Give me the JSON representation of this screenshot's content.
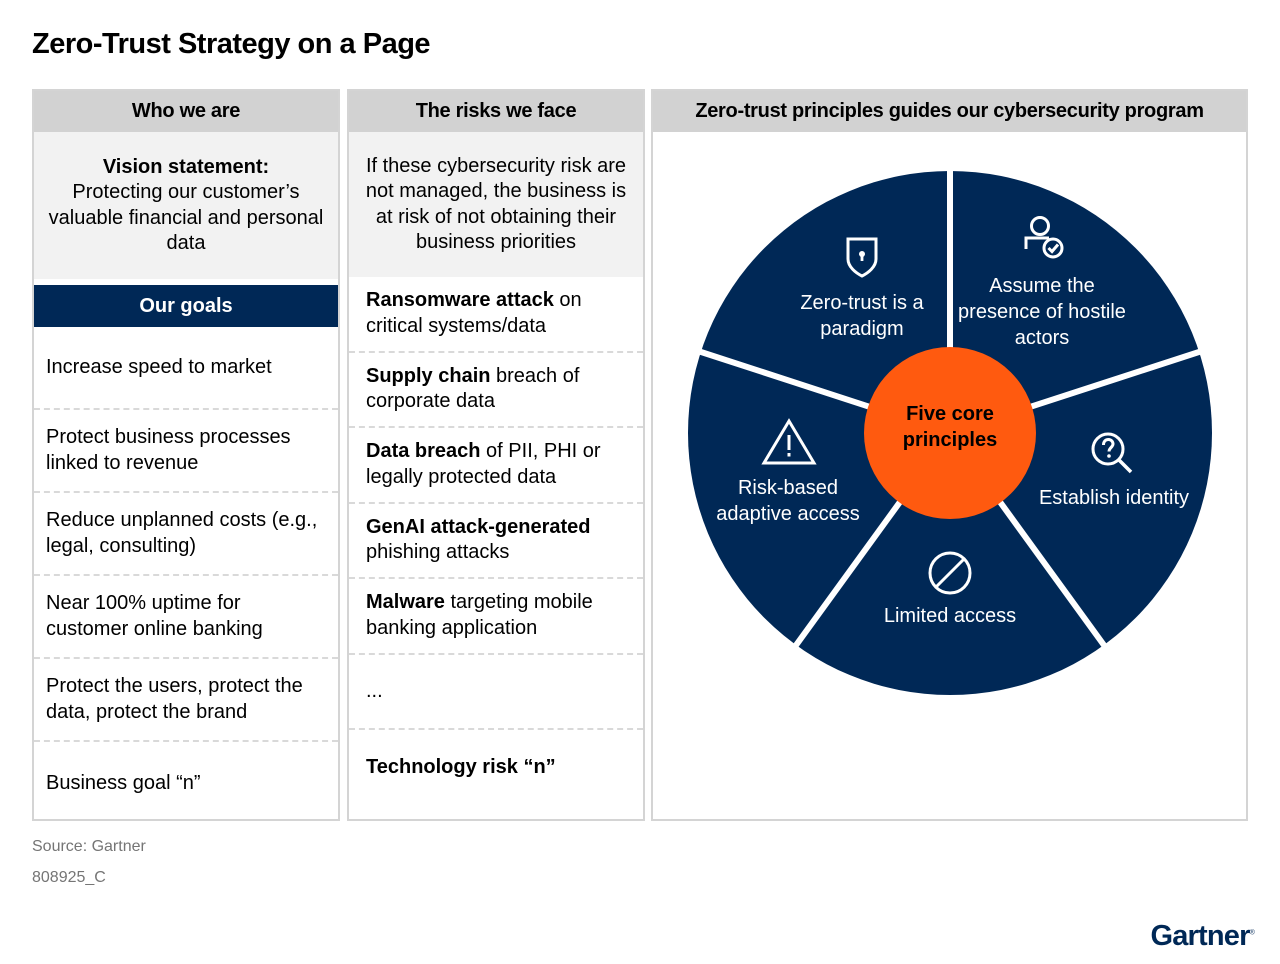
{
  "title": "Zero-Trust Strategy on a Page",
  "colors": {
    "navy": "#002856",
    "orange": "#FF5A0F",
    "header_gray": "#D2D2D2",
    "intro_gray": "#F2F2F2",
    "border_gray": "#D4D4D4"
  },
  "who_we_are": {
    "header": "Who we are",
    "vision_label": "Vision statement:",
    "vision_text": "Protecting our customer’s valuable financial and personal data",
    "goals_header": "Our goals",
    "goals": [
      "Increase speed to market",
      "Protect business processes linked to revenue",
      "Reduce unplanned costs (e.g., legal, consulting)",
      "Near 100% uptime for customer online banking",
      "Protect the users, protect the data, protect the brand",
      "Business goal “n”"
    ]
  },
  "risks": {
    "header": "The risks we face",
    "intro": "If these cybersecurity risk are not managed, the business is at risk of not obtaining their business priorities",
    "items": [
      {
        "bold": "Ransomware attack",
        "rest": " on critical systems/data"
      },
      {
        "bold": "Supply chain",
        "rest": " breach of corporate data"
      },
      {
        "bold": "Data breach",
        "rest": " of PII, PHI or legally protected data"
      },
      {
        "bold": "GenAI attack-generated",
        "rest": " phishing attacks"
      },
      {
        "bold": "Malware",
        "rest": " targeting mobile banking application"
      },
      {
        "bold": "",
        "rest": "..."
      },
      {
        "bold": "Technology risk “n”",
        "rest": ""
      }
    ]
  },
  "principles": {
    "header": "Zero-trust principles guides our cybersecurity program",
    "center": "Five core principles",
    "segments": [
      {
        "label": "Zero-trust is a paradigm",
        "icon": "shield-keyhole-icon"
      },
      {
        "label": "Assume the presence of hostile actors",
        "icon": "user-check-icon"
      },
      {
        "label": "Establish identity",
        "icon": "magnifier-question-icon"
      },
      {
        "label": "Limited access",
        "icon": "prohibited-icon"
      },
      {
        "label": "Risk-based adaptive access",
        "icon": "warning-triangle-icon"
      }
    ]
  },
  "footer": {
    "source": "Source: Gartner",
    "id": "808925_C",
    "logo": "Gartner"
  }
}
